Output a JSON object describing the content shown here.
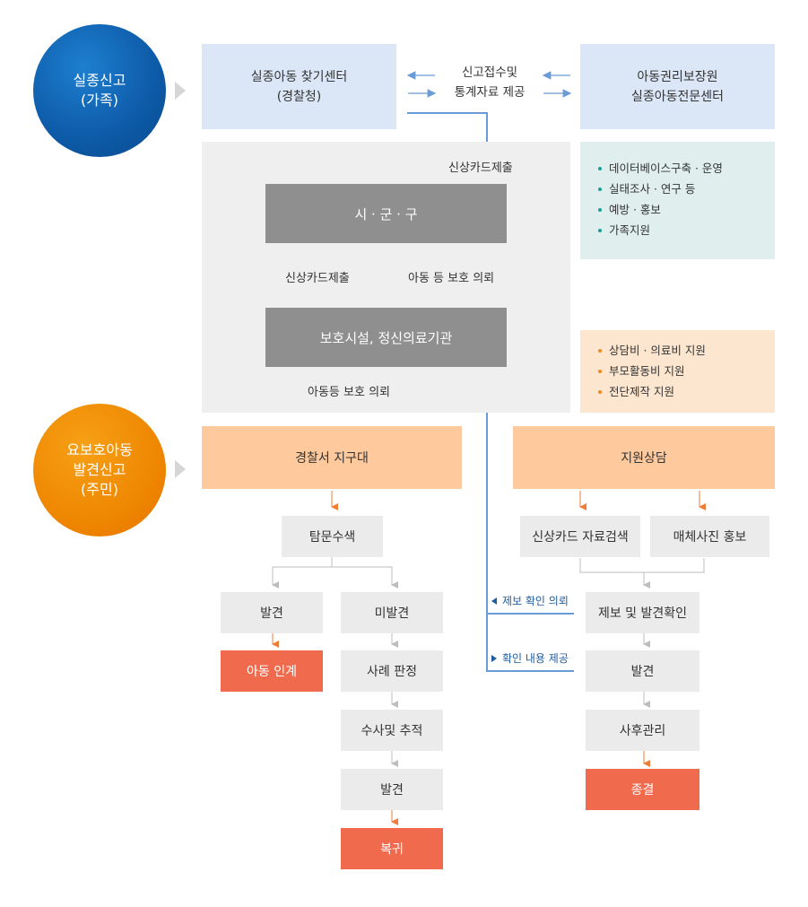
{
  "circles": {
    "missing_report": "실종신고\n(가족)",
    "protection_report": "요보호아동\n발견신고\n(주민)"
  },
  "top": {
    "police_center": "실종아동 찾기센터\n(경찰청)",
    "exchange_label": "신고접수및\n통계자료 제공",
    "rights_center": "아동권리보장원\n실종아동전문센터"
  },
  "gray_section": {
    "card_submit_top": "신상카드제출",
    "city": "시 · 군 · 구",
    "card_submit_mid": "신상카드제출",
    "protect_request_mid": "아동 등 보호 의뢰",
    "facility": "보호시설, 정신의료기관",
    "protect_request_bottom": "아동등 보호 의뢰"
  },
  "teal_list": [
    "데이터베이스구축 · 운영",
    "실태조사 · 연구 등",
    "예방 · 홍보",
    "가족지원"
  ],
  "peach_list": [
    "상담비 · 의료비 지원",
    "부모활동비 지원",
    "전단제작 지원"
  ],
  "left_flow": {
    "head": "경찰서 지구대",
    "search": "탐문수색",
    "found": "발견",
    "not_found": "미발견",
    "transfer": "아동 인계",
    "case_review": "사례 판정",
    "investigation": "수사및 추적",
    "found2": "발견",
    "return": "복귀"
  },
  "right_flow": {
    "head": "지원상담",
    "card_search": "신상카드 자료검색",
    "media": "매체사진 홍보",
    "confirm": "제보 및 발견확인",
    "found": "발견",
    "aftercare": "사후관리",
    "end": "종결"
  },
  "side_labels": {
    "request_confirm": "제보 확인 의뢰",
    "provide_confirm": "확인 내용 제공"
  },
  "colors": {
    "blue": "#0d5aa7",
    "orange": "#ee8500",
    "line_blue": "#6a9bd6",
    "arrow_orange": "#ef7d3a",
    "arrow_gray": "#bdbdbd"
  }
}
